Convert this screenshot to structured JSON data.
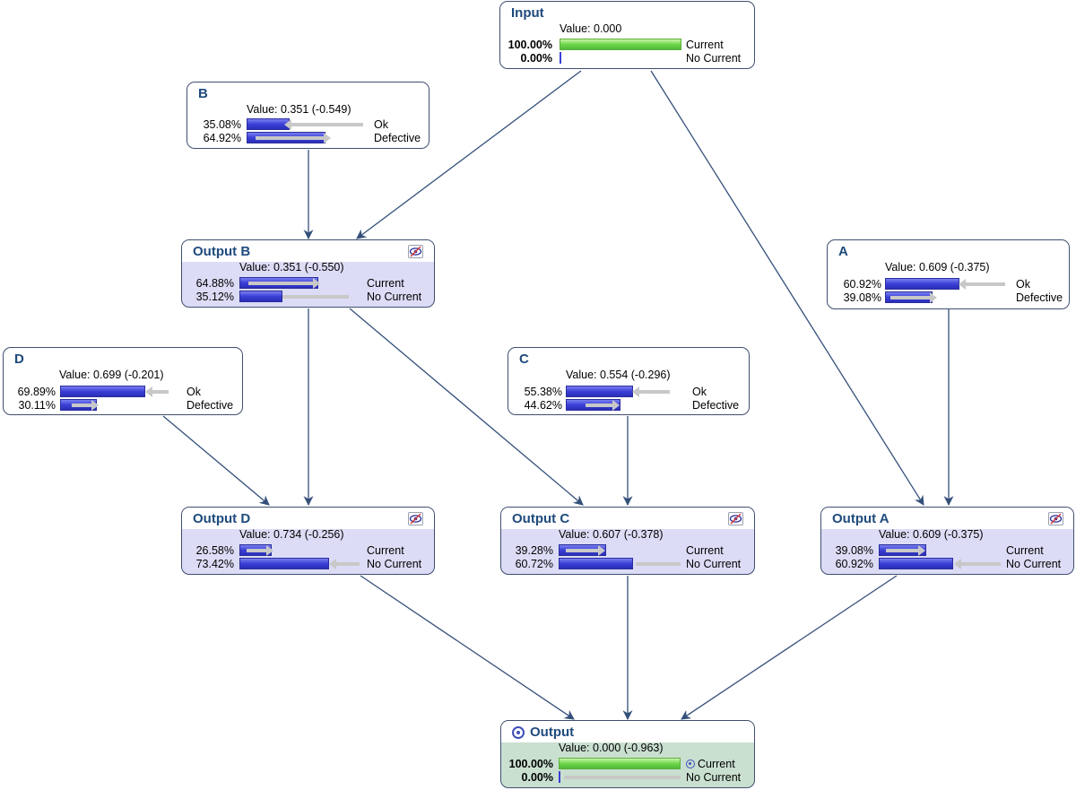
{
  "colors": {
    "title": "#1f4a7d",
    "edge": "#34507a",
    "observed_bg": "#dcdcf6",
    "target_bg": "#c9dfd0",
    "bar_blue": "#3b3fd6",
    "bar_green": "#6fd64a"
  },
  "nodes": {
    "input": {
      "title": "Input",
      "value": "Value: 0.000",
      "states": [
        {
          "pct": "100.00%",
          "label": "Current",
          "p": 1.0
        },
        {
          "pct": "0.00%",
          "label": "No Current",
          "p": 0.0
        }
      ]
    },
    "b": {
      "title": "B",
      "value": "Value: 0.351 (-0.549)",
      "states": [
        {
          "pct": "35.08%",
          "label": "Ok",
          "p": 0.3508
        },
        {
          "pct": "64.92%",
          "label": "Defective",
          "p": 0.6492
        }
      ]
    },
    "output_b": {
      "title": "Output B",
      "value": "Value: 0.351 (-0.550)",
      "icon": "hidden-eye-icon",
      "states": [
        {
          "pct": "64.88%",
          "label": "Current",
          "p": 0.6488
        },
        {
          "pct": "35.12%",
          "label": "No Current",
          "p": 0.3512
        }
      ]
    },
    "a": {
      "title": "A",
      "value": "Value: 0.609 (-0.375)",
      "states": [
        {
          "pct": "60.92%",
          "label": "Ok",
          "p": 0.6092
        },
        {
          "pct": "39.08%",
          "label": "Defective",
          "p": 0.3908
        }
      ]
    },
    "d": {
      "title": "D",
      "value": "Value: 0.699 (-0.201)",
      "states": [
        {
          "pct": "69.89%",
          "label": "Ok",
          "p": 0.6989
        },
        {
          "pct": "30.11%",
          "label": "Defective",
          "p": 0.3011
        }
      ]
    },
    "c": {
      "title": "C",
      "value": "Value: 0.554 (-0.296)",
      "states": [
        {
          "pct": "55.38%",
          "label": "Ok",
          "p": 0.5538
        },
        {
          "pct": "44.62%",
          "label": "Defective",
          "p": 0.4462
        }
      ]
    },
    "output_d": {
      "title": "Output D",
      "value": "Value: 0.734 (-0.256)",
      "icon": "hidden-eye-icon",
      "states": [
        {
          "pct": "26.58%",
          "label": "Current",
          "p": 0.2658
        },
        {
          "pct": "73.42%",
          "label": "No Current",
          "p": 0.7342
        }
      ]
    },
    "output_c": {
      "title": "Output C",
      "value": "Value: 0.607 (-0.378)",
      "icon": "hidden-eye-icon",
      "states": [
        {
          "pct": "39.28%",
          "label": "Current",
          "p": 0.3928
        },
        {
          "pct": "60.72%",
          "label": "No Current",
          "p": 0.6072
        }
      ]
    },
    "output_a": {
      "title": "Output A",
      "value": "Value: 0.609 (-0.375)",
      "icon": "hidden-eye-icon",
      "states": [
        {
          "pct": "39.08%",
          "label": "Current",
          "p": 0.3908
        },
        {
          "pct": "60.92%",
          "label": "No Current",
          "p": 0.6092
        }
      ]
    },
    "output": {
      "title": "Output",
      "value": "Value: 0.000 (-0.963)",
      "icon": "target-icon",
      "states": [
        {
          "pct": "100.00%",
          "label": "Current",
          "p": 1.0
        },
        {
          "pct": "0.00%",
          "label": "No Current",
          "p": 0.0
        }
      ]
    }
  }
}
